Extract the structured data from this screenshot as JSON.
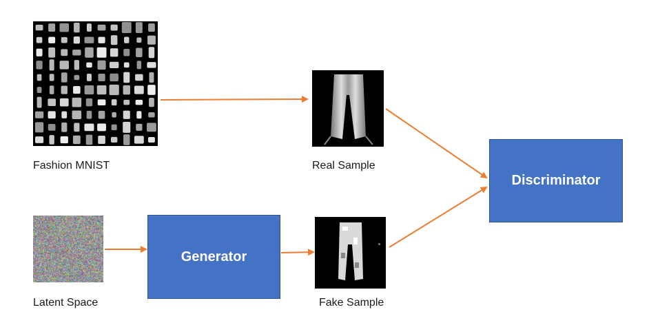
{
  "labels": {
    "dataset": "Fashion MNIST",
    "real": "Real Sample",
    "latent": "Latent Space",
    "fake": "Fake Sample"
  },
  "blocks": {
    "generator": "Generator",
    "discriminator": "Discriminator"
  },
  "colors": {
    "block_fill": "#4472c4",
    "block_border": "#2f528f",
    "arrow": "#ed7d31"
  },
  "icons": {
    "dataset": "fashion-mnist-grid-image",
    "real": "trousers-image",
    "latent": "noise-image",
    "fake": "generated-trousers-image"
  }
}
